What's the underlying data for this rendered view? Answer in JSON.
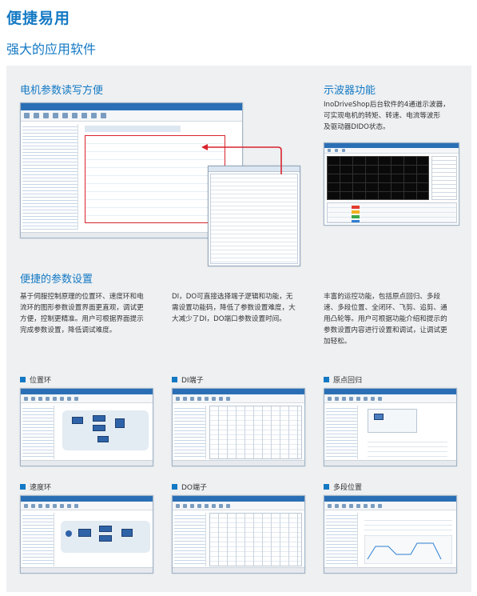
{
  "header": {
    "title": "便捷易用",
    "subtitle": "强大的应用软件"
  },
  "motor_params": {
    "heading": "电机参数读写方便"
  },
  "oscilloscope": {
    "heading": "示波器功能",
    "description_lines": [
      "InoDriveShop后台软件的4通道示波器，",
      "可实现电机的转矩、转速、电流等波形",
      "及驱动器DIDO状态。"
    ]
  },
  "param_setting": {
    "heading": "便捷的参数设置",
    "col1_lines": [
      "基于伺服控制原理的位置环、速度环和电",
      "流环的图形参数设置界面更直观，调试更",
      "方便，控制更精准。用户可根据界面提示",
      "完成参数设置，降低调试难度。"
    ],
    "col2_lines": [
      "DI，DO可直接选择端子逻辑和功能，无",
      "需设置功能码，降低了参数设置难度，大",
      "大减少了DI，DO端口参数设置时间。"
    ],
    "col3_lines": [
      "丰富的运控功能，包括原点回归、多段",
      "速、多段位置、全闭环、飞剪、追剪、通",
      "用凸轮等。用户可根据功能介绍和提示的",
      "参数设置内容进行设置和调试，让调试更",
      "加轻松。"
    ]
  },
  "thumbnails": [
    {
      "label": "位置环"
    },
    {
      "label": "DI端子"
    },
    {
      "label": "原点回归"
    },
    {
      "label": "速度环"
    },
    {
      "label": "DO端子"
    },
    {
      "label": "多段位置"
    }
  ],
  "colors": {
    "accent": "#1479c4",
    "panel_bg": "#eef0f2",
    "highlight_red": "#d9232d"
  }
}
